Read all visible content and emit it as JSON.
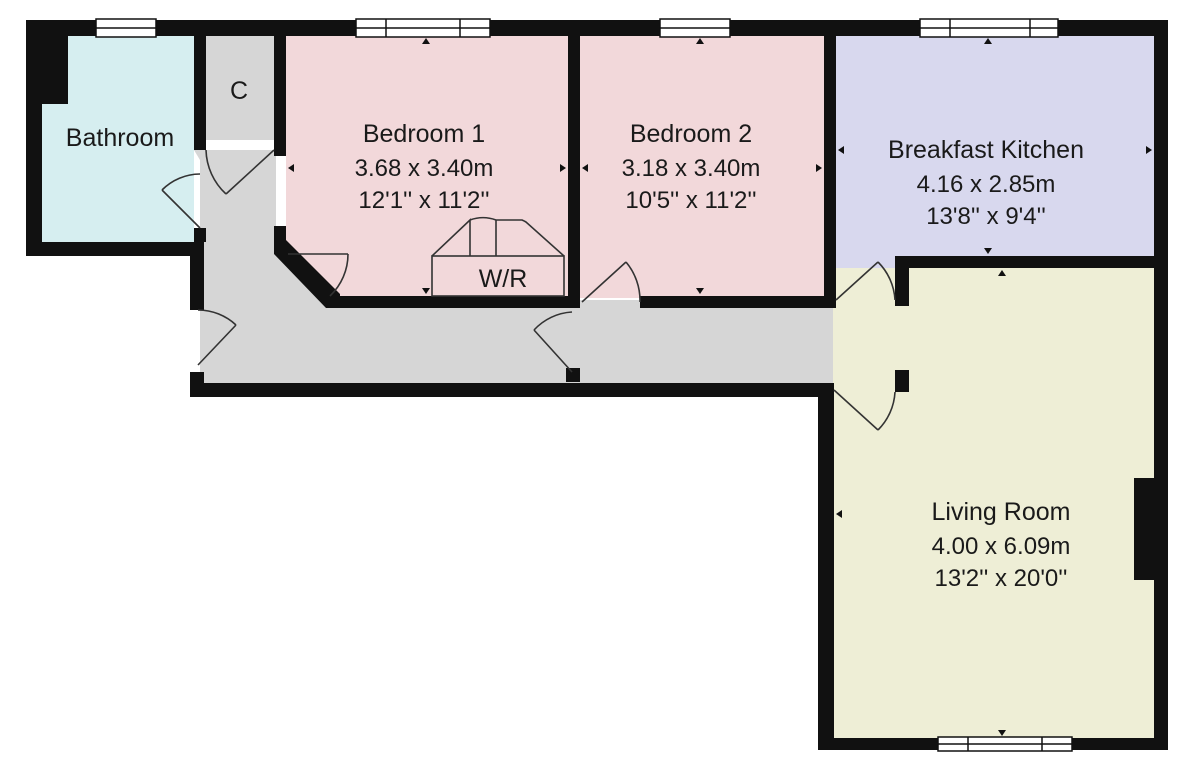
{
  "colors": {
    "bathroom": "#d6eef0",
    "bedroom": "#f2d8da",
    "kitchen": "#d8d8ee",
    "living": "#eeeed6",
    "hall": "#d6d6d6",
    "wall": "#111111"
  },
  "rooms": {
    "bathroom": {
      "name": "Bathroom"
    },
    "cupboard": {
      "name": "C"
    },
    "bedroom1": {
      "name": "Bedroom 1",
      "metric": "3.68 x 3.40m",
      "imperial": "12'1'' x 11'2''"
    },
    "wardrobe": {
      "name": "W/R"
    },
    "bedroom2": {
      "name": "Bedroom 2",
      "metric": "3.18 x 3.40m",
      "imperial": "10'5'' x 11'2''"
    },
    "kitchen": {
      "name": "Breakfast Kitchen",
      "metric": "4.16 x 2.85m",
      "imperial": "13'8'' x 9'4''"
    },
    "living": {
      "name": "Living Room",
      "metric": "4.00 x 6.09m",
      "imperial": "13'2'' x 20'0''"
    }
  }
}
